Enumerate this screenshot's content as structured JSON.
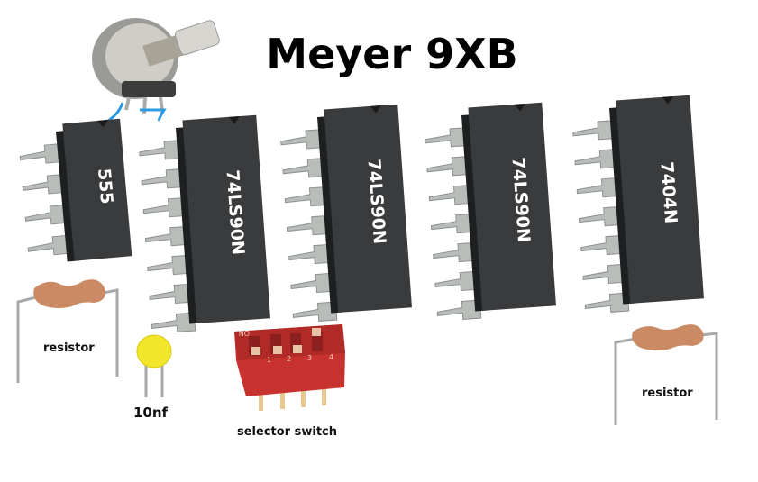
{
  "title": "Meyer 9XB",
  "components": {
    "chips": [
      {
        "label": "555",
        "pins_per_side": 4
      },
      {
        "label": "74LS90N",
        "pins_per_side": 7
      },
      {
        "label": "74LS90N",
        "pins_per_side": 7
      },
      {
        "label": "74LS90N",
        "pins_per_side": 7
      },
      {
        "label": "7404N",
        "pins_per_side": 7
      }
    ],
    "resistor_left": {
      "label": "resistor"
    },
    "capacitor": {
      "label": "10nf",
      "color": "#f2e62a"
    },
    "selector_switch": {
      "label": "selector switch",
      "marking": "ON",
      "positions": [
        "1",
        "2",
        "3",
        "4"
      ],
      "color": "#c8322e"
    },
    "resistor_right": {
      "label": "resistor"
    },
    "potentiometer": {
      "wire_color": "#2a9be0"
    }
  },
  "colors": {
    "chip_body": "#3a3b3d",
    "pin": "#b9bdb9",
    "resistor_body": "#c98a64"
  }
}
